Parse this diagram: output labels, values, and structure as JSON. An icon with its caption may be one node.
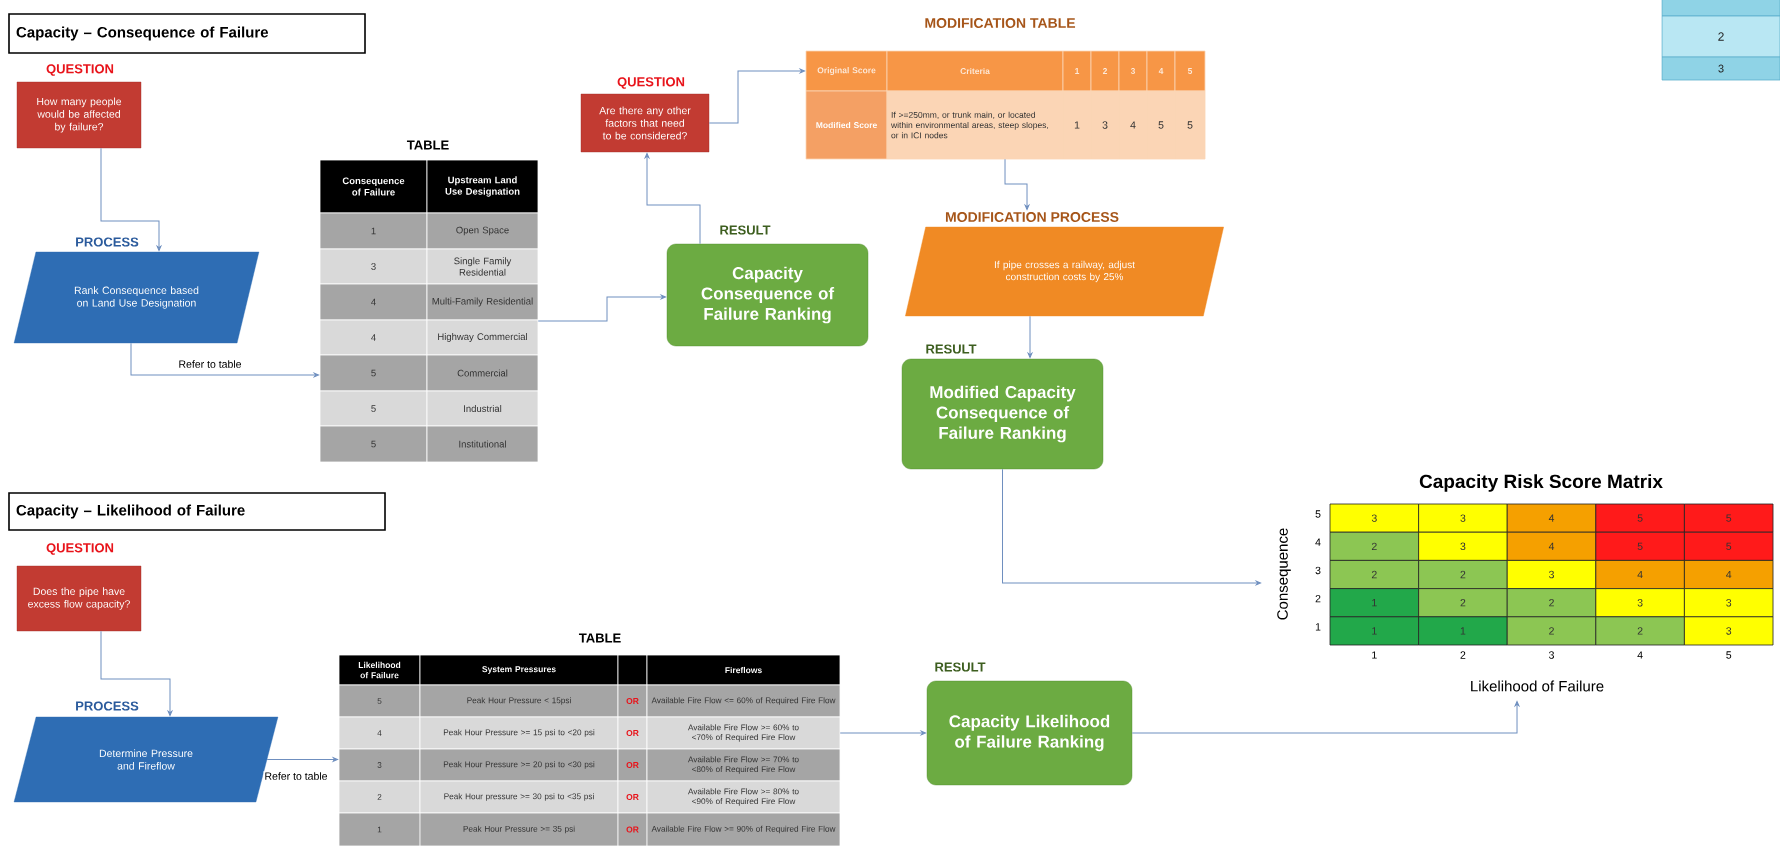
{
  "diagram": {
    "nodes": [
      {
        "text": [
          "Capacity – Consequence of Failure"
        ]
      },
      {
        "text": [
          "QUESTION",
          "How many people would be affected by failure?"
        ]
      },
      {
        "text": [
          "PROCESS",
          "Rank Consequence based on Land Use Designation"
        ]
      },
      {
        "text": [
          "TABLE",
          "Consequence of Failure",
          "Upstream Land Use Designation",
          "1",
          "Open Space",
          "3",
          "Single Family Residential",
          "4",
          "Multi-Family Residential",
          "4",
          "Highway Commercial",
          "5",
          "Commercial",
          "5",
          "Industrial",
          "5",
          "Institutional"
        ]
      },
      {
        "text": [
          "RESULT",
          "Capacity Consequence of Failure Ranking"
        ]
      },
      {
        "text": [
          "QUESTION",
          "Are there any other factors that need to be considered?"
        ]
      },
      {
        "text": [
          "MODIFICATION TABLE",
          "Original Score",
          "Criteria",
          "1",
          "2",
          "3",
          "4",
          "5",
          "Modified Score",
          "If >=250mm, or trunk main, or located within environmental areas, steep slopes, or in ICI nodes",
          "1",
          "3",
          "4",
          "5",
          "5"
        ]
      },
      {
        "text": [
          "MODIFICATION PROCESS",
          "If pipe crosses a railway, adjust construction costs by 25%"
        ]
      },
      {
        "text": [
          "RESULT",
          "Modified Capacity Consequence of Failure Ranking"
        ]
      },
      {
        "text": [
          "Capacity – Likelihood of Failure"
        ]
      },
      {
        "text": [
          "QUESTION",
          "Does the pipe have excess flow capacity?"
        ]
      },
      {
        "text": [
          "PROCESS",
          "Determine Pressure and Fireflow"
        ]
      },
      {
        "text": [
          "TABLE",
          "Likelihood of Failure",
          "System Pressures",
          "Fireflows",
          "5",
          "Peak Hour Pressure < 15psi",
          "OR",
          "Available Fire Flow <= 60% of Required Fire Flow",
          "4",
          "Peak Hour Pressure >= 15 psi to <20 psi",
          "OR",
          "Available Fire Flow >= 60% to <70% of Required Fire Flow",
          "3",
          "Peak Hour Pressure >= 20 psi to <30 psi",
          "OR",
          "Available Fire Flow >= 70% to <80% of Required Fire Flow",
          "2",
          "Peak Hour pressure >= 30 psi to <35 psi",
          "OR",
          "Available Fire Flow >= 80% to <90% of Required Fire Flow",
          "1",
          "Peak Hour Pressure >= 35 psi",
          "OR",
          "Available Fire Flow >= 90% of Required Fire Flow"
        ]
      },
      {
        "text": [
          "RESULT",
          "Capacity Likelihood of Failure Ranking"
        ]
      },
      {
        "text": [
          "Capacity Risk Score Matrix",
          "3",
          "3",
          "4",
          "5",
          "5",
          "2",
          "3",
          "4",
          "5",
          "5",
          "2",
          "2",
          "3",
          "4",
          "4",
          "1",
          "2",
          "2",
          "3",
          "3",
          "1",
          "1",
          "2",
          "2",
          "3"
        ]
      },
      {
        "text": [
          "2",
          "3"
        ]
      }
    ],
    "edges": [
      {
        "from": 1,
        "to": 2,
        "arrow": "to"
      },
      {
        "from": 2,
        "to": 3,
        "arrow": "to",
        "label": "Refer to table"
      },
      {
        "from": 3,
        "to": 4,
        "arrow": "to"
      },
      {
        "from": 4,
        "to": 5,
        "arrow": "to"
      },
      {
        "from": 5,
        "to": 6,
        "arrow": "to"
      },
      {
        "from": 6,
        "to": 7,
        "arrow": "to"
      },
      {
        "from": 7,
        "to": 8,
        "arrow": "to"
      },
      {
        "from": 8,
        "to": 14,
        "arrow": "to"
      },
      {
        "from": 10,
        "to": 11,
        "arrow": "to"
      },
      {
        "from": 11,
        "to": 12,
        "arrow": "to",
        "label": "Refer to table"
      },
      {
        "from": 12,
        "to": 13,
        "arrow": "to"
      },
      {
        "from": 13,
        "to": 14,
        "arrow": "to"
      }
    ],
    "labels": [
      "Consequence",
      "5",
      "4",
      "3",
      "2",
      "1",
      "1",
      "2",
      "3",
      "4",
      "5",
      "Likelihood of Failure"
    ]
  }
}
